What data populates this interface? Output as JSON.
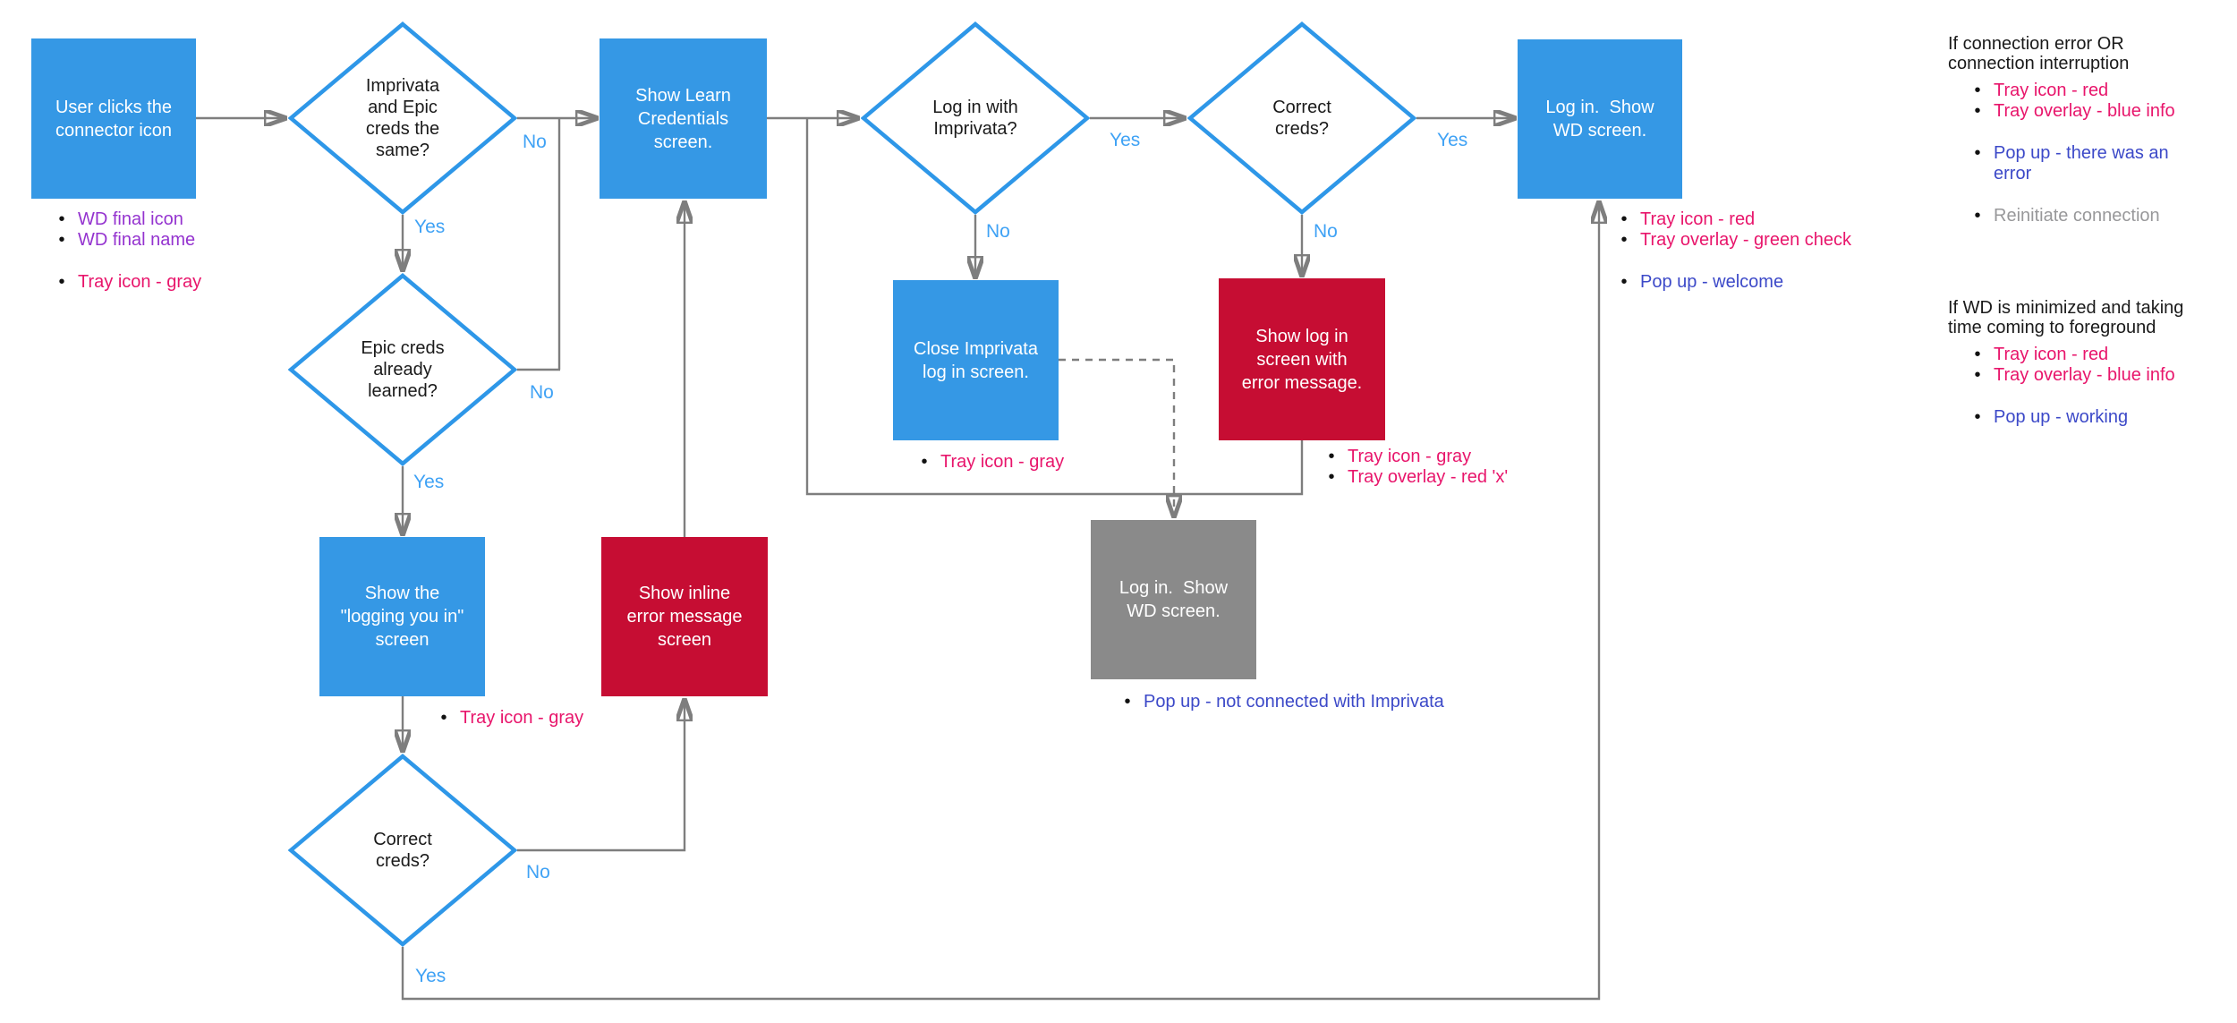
{
  "palette": {
    "background": "#FFFFFF",
    "node_blue": "#3598E5",
    "node_red": "#C60D33",
    "node_gray": "#8A8A8A",
    "node_text": "#FFFFFF",
    "diamond_stroke": "#2E97E8",
    "diamond_text": "#1A1A1A",
    "line_gray": "#7E7E7E",
    "label_blue": "#3FA2F5",
    "bullet_pink": "#E8156B",
    "bullet_purple": "#9433CF",
    "bullet_blue": "#3C49C8",
    "bullet_gray": "#98989A",
    "title_black": "#1A1A1A"
  },
  "nodes": {
    "user_clicks": {
      "label": "User clicks the\nconnector icon"
    },
    "creds_same": {
      "label": "Imprivata\nand Epic\ncreds the\nsame?"
    },
    "creds_learned": {
      "label": "Epic creds\nalready\nlearned?"
    },
    "learn_creds": {
      "label": "Show Learn\nCredentials\nscreen."
    },
    "login_with_imprivata": {
      "label": "Log in with\nImprivata?"
    },
    "correct_creds_top": {
      "label": "Correct\ncreds?"
    },
    "login_show_wd": {
      "label": "Log in.  Show\nWD screen."
    },
    "close_imprivata": {
      "label": "Close Imprivata\nlog in screen."
    },
    "login_error_screen": {
      "label": "Show log in\nscreen with\nerror message."
    },
    "logging_you_in": {
      "label": "Show the\n\"logging you in\"\nscreen"
    },
    "inline_error": {
      "label": "Show inline\nerror message\nscreen"
    },
    "login_show_wd_gray": {
      "label": "Log in.  Show\nWD screen."
    },
    "correct_creds_bottom": {
      "label": "Correct\ncreds?"
    }
  },
  "decision_labels": {
    "d1_no": "No",
    "d1_yes": "Yes",
    "d2_no": "No",
    "d2_yes": "Yes",
    "d3_no": "No",
    "d3_yes": "Yes",
    "d4_no": "No",
    "d4_yes": "Yes",
    "d5_no": "No",
    "d5_yes": "Yes"
  },
  "annotations": {
    "user_clicks": {
      "items": [
        {
          "text": "WD final icon"
        },
        {
          "text": "WD final name"
        },
        {
          "text": "Tray icon - gray"
        }
      ]
    },
    "logging_you_in": {
      "items": [
        {
          "text": "Tray icon - gray"
        }
      ]
    },
    "close_imprivata": {
      "items": [
        {
          "text": "Tray icon - gray"
        }
      ]
    },
    "login_error_screen": {
      "items": [
        {
          "text": "Tray icon - gray"
        },
        {
          "text": "Tray overlay - red 'x'"
        }
      ]
    },
    "login_show_wd_gray": {
      "items": [
        {
          "text": "Pop up - not connected with Imprivata"
        }
      ]
    },
    "login_show_wd": {
      "items": [
        {
          "text": "Tray icon - red"
        },
        {
          "text": "Tray overlay - green check"
        },
        {
          "text": "Pop up - welcome"
        }
      ]
    }
  },
  "notes": {
    "connection_error": {
      "title": "If connection error OR\nconnection interruption",
      "items": [
        {
          "text": "Tray icon - red"
        },
        {
          "text": "Tray overlay - blue info"
        },
        {
          "text": "Pop up - there was an\nerror"
        },
        {
          "text": "Reinitiate connection"
        }
      ]
    },
    "wd_minimized": {
      "title": "If WD is minimized and taking\ntime coming to foreground",
      "items": [
        {
          "text": "Tray icon - red"
        },
        {
          "text": "Tray overlay - blue info"
        },
        {
          "text": "Pop up - working"
        }
      ]
    }
  }
}
